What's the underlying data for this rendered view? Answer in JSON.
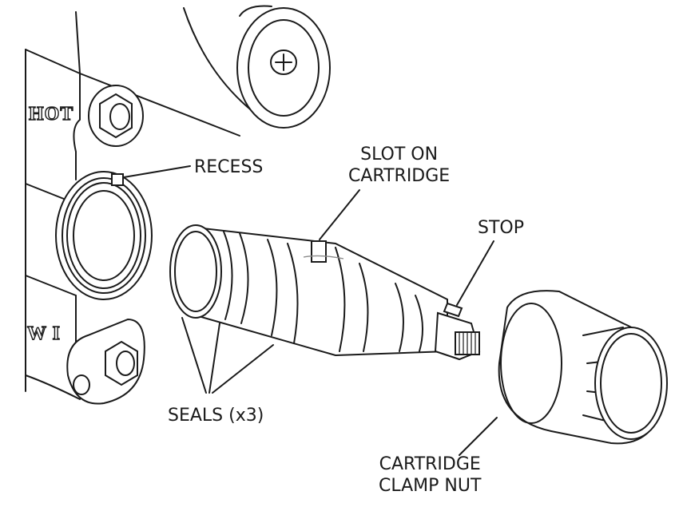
{
  "callouts": {
    "recess": "RECESS",
    "slot_line1": "SLOT ON",
    "slot_line2": "CARTRIDGE",
    "stop": "STOP",
    "seals": "SEALS (x3)",
    "nut_line1": "CARTRIDGE",
    "nut_line2": "CLAMP NUT"
  },
  "body_markings": {
    "hot": "HOT",
    "cold_partial": "W I"
  }
}
